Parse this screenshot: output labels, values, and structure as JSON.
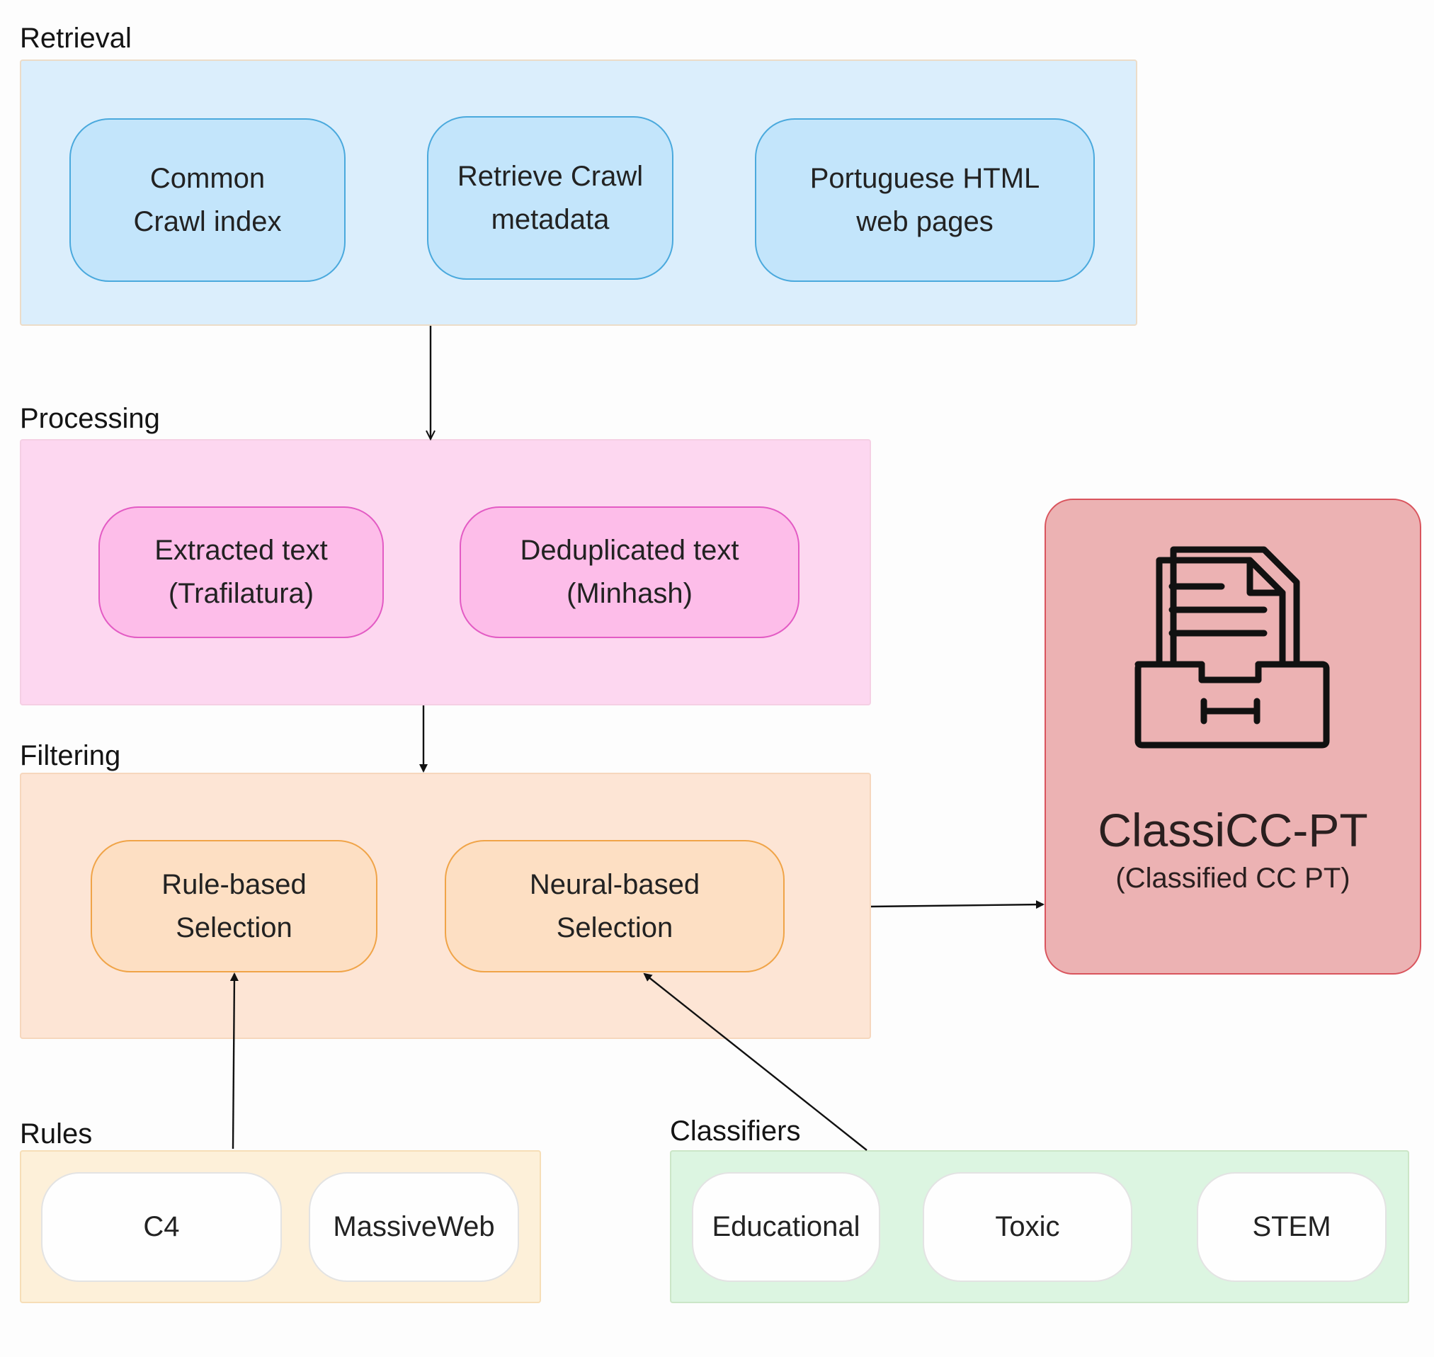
{
  "groups": {
    "retrieval": {
      "label": "Retrieval",
      "nodes": [
        "Common\nCrawl index",
        "Retrieve Crawl\nmetadata",
        "Portuguese HTML\nweb pages"
      ]
    },
    "processing": {
      "label": "Processing",
      "nodes": [
        "Extracted text\n(Trafilatura)",
        "Deduplicated text\n(Minhash)"
      ]
    },
    "filtering": {
      "label": "Filtering",
      "nodes": [
        "Rule-based\nSelection",
        "Neural-based\nSelection"
      ]
    },
    "rules": {
      "label": "Rules",
      "nodes": [
        "C4",
        "MassiveWeb"
      ]
    },
    "classifiers": {
      "label": "Classifiers",
      "nodes": [
        "Educational",
        "Toxic",
        "STEM"
      ]
    }
  },
  "output": {
    "title": "ClassiCC-PT",
    "subtitle": "(Classified CC PT)",
    "icon": "file-archive-icon"
  },
  "colors": {
    "retrieval": "#c3e5fb",
    "processing": "#fdbde9",
    "filtering": "#fddfc3",
    "rules": "#fdf0d9",
    "classifiers": "#dcf5e1",
    "output": "#ecb2b3"
  }
}
